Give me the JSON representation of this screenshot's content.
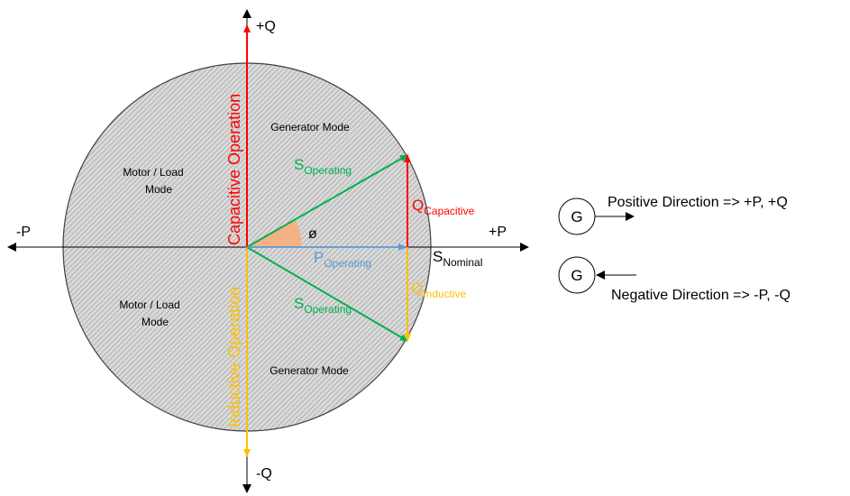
{
  "axes": {
    "plus_q": "+Q",
    "minus_q": "-Q",
    "plus_p": "+P",
    "minus_p": "-P"
  },
  "regions": {
    "generator_upper": "Generator Mode",
    "generator_lower": "Generator Mode",
    "motor_upper_line1": "Motor / Load",
    "motor_upper_line2": "Mode",
    "motor_lower_line1": "Motor / Load",
    "motor_lower_line2": "Mode"
  },
  "operation": {
    "capacitive": "Capacitive Operation",
    "inductive": "Inductive Operation"
  },
  "vectors": {
    "s_upper": {
      "main": "S",
      "sub": "Operating"
    },
    "s_lower": {
      "main": "S",
      "sub": "Operating"
    },
    "p": {
      "main": "P",
      "sub": "Operating"
    },
    "q_cap": {
      "main": "Q",
      "sub": "Capacitive"
    },
    "q_ind": {
      "main": "Q",
      "sub": "Inductive"
    },
    "s_nominal": {
      "main": "S",
      "sub": "Nominal"
    },
    "angle": "ø"
  },
  "legend": {
    "generator_letter_1": "G",
    "generator_letter_2": "G",
    "positive": "Positive Direction => +P, +Q",
    "negative": "Negative Direction => -P, -Q"
  },
  "colors": {
    "capacitive": "#ff0000",
    "inductive": "#ffc000",
    "s_vector": "#00b050",
    "p_vector": "#5b9bd5",
    "angle_fill": "#f4b183",
    "circle_fill": "#d9d9d9",
    "hatch": "#7f7f7f"
  }
}
